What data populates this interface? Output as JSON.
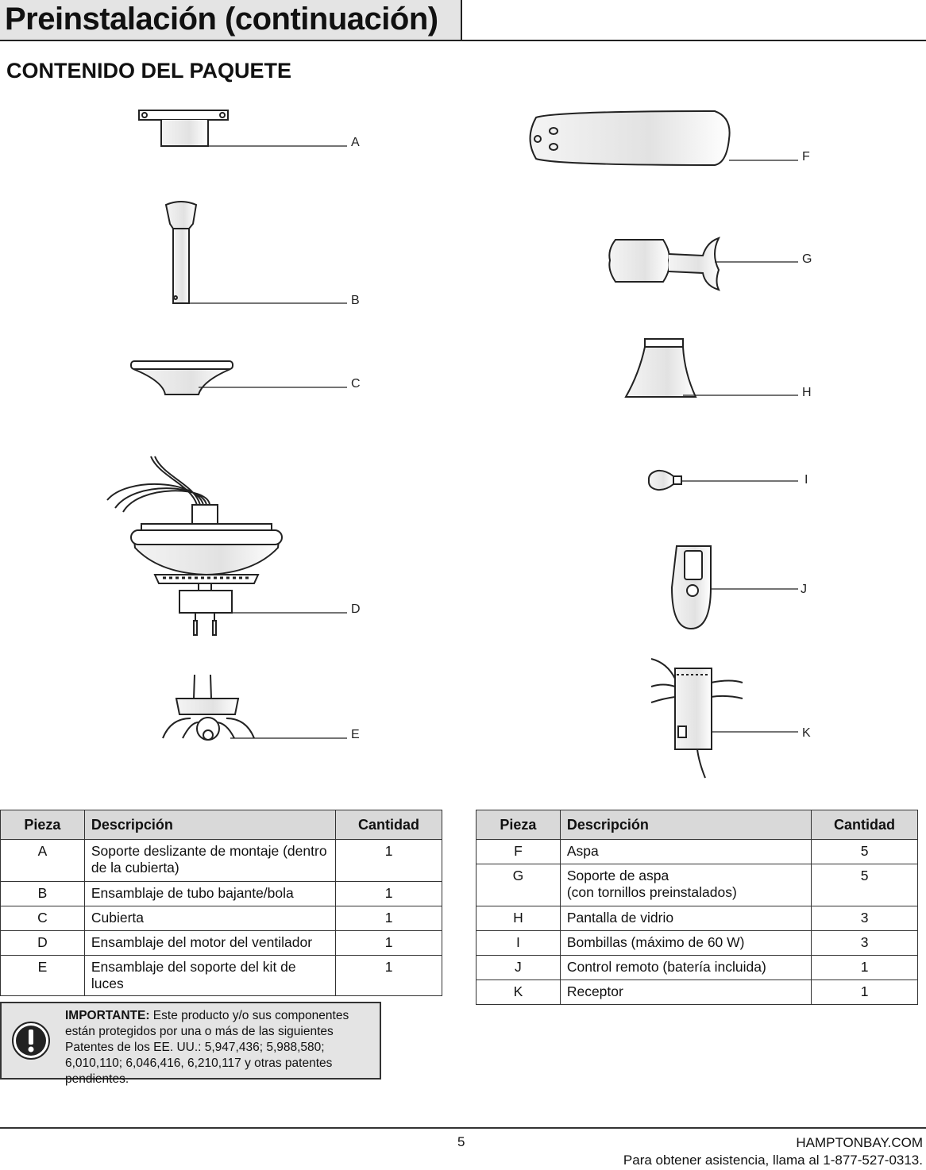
{
  "header": {
    "title": "Preinstalación (continuación)"
  },
  "section_title": "CONTENIDO DEL PAQUETE",
  "diagram_labels": [
    "A",
    "B",
    "C",
    "D",
    "E",
    "F",
    "G",
    "H",
    "I",
    "J",
    "K"
  ],
  "table_headers": {
    "part": "Pieza",
    "description": "Descripción",
    "quantity": "Cantidad"
  },
  "parts_left": [
    {
      "part": "A",
      "description": "Soporte deslizante de montaje (dentro de la cubierta)",
      "quantity": "1"
    },
    {
      "part": "B",
      "description": "Ensamblaje de tubo bajante/bola",
      "quantity": "1"
    },
    {
      "part": "C",
      "description": "Cubierta",
      "quantity": "1"
    },
    {
      "part": "D",
      "description": "Ensamblaje del motor del ventilador",
      "quantity": "1"
    },
    {
      "part": "E",
      "description": "Ensamblaje del soporte del kit de luces",
      "quantity": "1"
    }
  ],
  "parts_right": [
    {
      "part": "F",
      "description": "Aspa",
      "quantity": "5"
    },
    {
      "part": "G",
      "description": "Soporte de aspa",
      "description_line2": "(con tornillos preinstalados)",
      "quantity": "5"
    },
    {
      "part": "H",
      "description": "Pantalla de vidrio",
      "quantity": "3"
    },
    {
      "part": "I",
      "description": "Bombillas (máximo de 60 W)",
      "quantity": "3"
    },
    {
      "part": "J",
      "description": "Control remoto (batería incluida)",
      "quantity": "1"
    },
    {
      "part": "K",
      "description": "Receptor",
      "quantity": "1"
    }
  ],
  "notice": {
    "label": "IMPORTANTE:",
    "text": "Este producto y/o sus componentes están protegidos por una o más de las siguientes Patentes de los EE. UU.: 5,947,436; 5,988,580; 6,010,110; 6,046,416, 6,210,117 y otras patentes pendientes."
  },
  "footer": {
    "page_number": "5",
    "website": "HAMPTONBAY.COM",
    "support": "Para obtener asistencia, llama al 1-877-527-0313."
  }
}
